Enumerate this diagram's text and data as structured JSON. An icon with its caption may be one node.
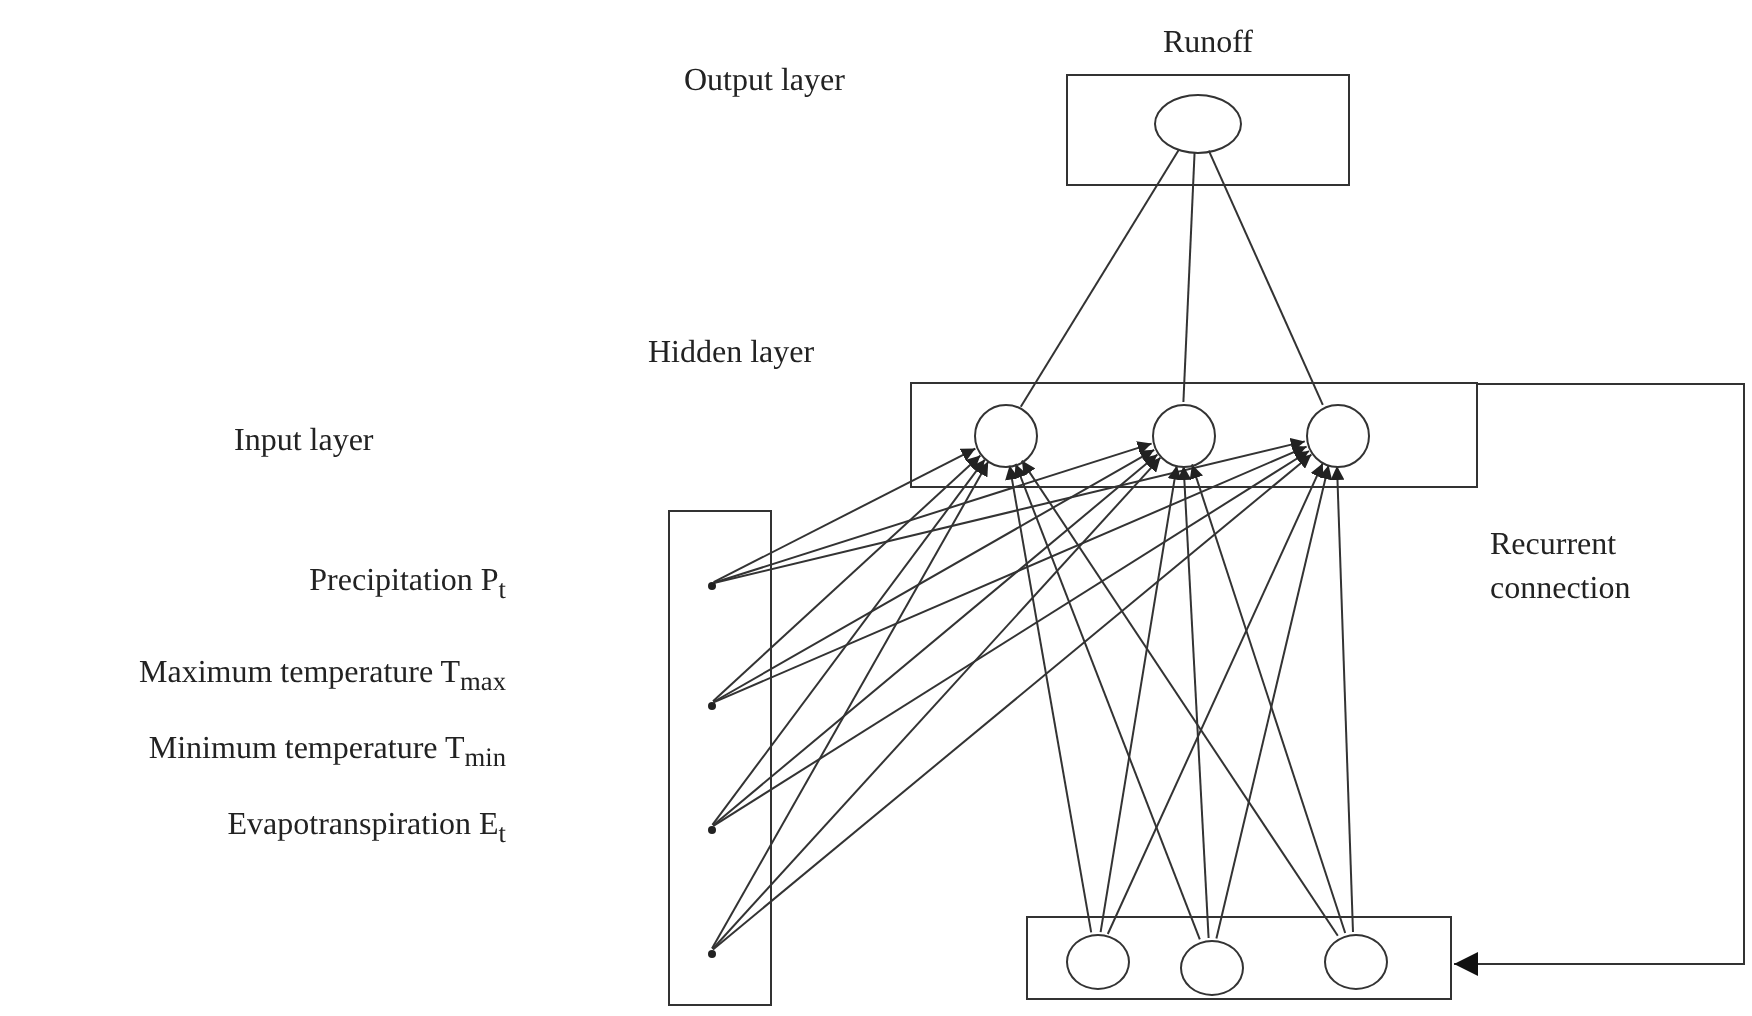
{
  "diagram": {
    "nodes": [
      {
        "text": [
          "Runoff"
        ]
      },
      {
        "text": [],
        "shape": "circle",
        "in": 0
      },
      {
        "text": [],
        "shape": "box"
      },
      {
        "text": [],
        "shape": "circle",
        "in": 2
      },
      {
        "text": [],
        "shape": "circle",
        "in": 2
      },
      {
        "text": [],
        "shape": "circle",
        "in": 2
      },
      {
        "text": [],
        "shape": "box"
      },
      {
        "text": [],
        "shape": "circle",
        "in": 6
      },
      {
        "text": [],
        "shape": "circle",
        "in": 6
      },
      {
        "text": [],
        "shape": "circle",
        "in": 6
      },
      {
        "text": [],
        "shape": "circle",
        "in": 6
      },
      {
        "text": [],
        "shape": "box"
      },
      {
        "text": [],
        "shape": "circle",
        "in": 11
      },
      {
        "text": [],
        "shape": "circle",
        "in": 11
      },
      {
        "text": [],
        "shape": "circle",
        "in": 11
      }
    ],
    "edges": [
      {
        "from": 7,
        "to": 3,
        "arrow": "to"
      },
      {
        "from": 7,
        "to": 4,
        "arrow": "to"
      },
      {
        "from": 7,
        "to": 5,
        "arrow": "to"
      },
      {
        "from": 8,
        "to": 3,
        "arrow": "to"
      },
      {
        "from": 8,
        "to": 4,
        "arrow": "to"
      },
      {
        "from": 8,
        "to": 5,
        "arrow": "to"
      },
      {
        "from": 9,
        "to": 3,
        "arrow": "to"
      },
      {
        "from": 9,
        "to": 4,
        "arrow": "to"
      },
      {
        "from": 9,
        "to": 5,
        "arrow": "to"
      },
      {
        "from": 10,
        "to": 3,
        "arrow": "to"
      },
      {
        "from": 10,
        "to": 4,
        "arrow": "to"
      },
      {
        "from": 10,
        "to": 5,
        "arrow": "to"
      },
      {
        "from": 3,
        "to": 1,
        "arrow": "none"
      },
      {
        "from": 4,
        "to": 1,
        "arrow": "none"
      },
      {
        "from": 5,
        "to": 1,
        "arrow": "none"
      },
      {
        "from": 12,
        "to": 3,
        "arrow": "to"
      },
      {
        "from": 12,
        "to": 4,
        "arrow": "to"
      },
      {
        "from": 12,
        "to": 5,
        "arrow": "to"
      },
      {
        "from": 13,
        "to": 3,
        "arrow": "to"
      },
      {
        "from": 13,
        "to": 4,
        "arrow": "to"
      },
      {
        "from": 13,
        "to": 5,
        "arrow": "to"
      },
      {
        "from": 14,
        "to": 3,
        "arrow": "to"
      },
      {
        "from": 14,
        "to": 4,
        "arrow": "to"
      },
      {
        "from": 14,
        "to": 5,
        "arrow": "to"
      },
      {
        "from": 2,
        "to": 11,
        "arrow": "to"
      }
    ],
    "labels": [
      "Output layer",
      "Hidden layer",
      "Input layer",
      "Recurrent connection",
      "Precipitation P$_{t}$",
      "Maximum temperature T$_{max}$",
      "Minimum temperature T$_{min}$",
      "Evapotranspiration E$_{t}$"
    ]
  }
}
